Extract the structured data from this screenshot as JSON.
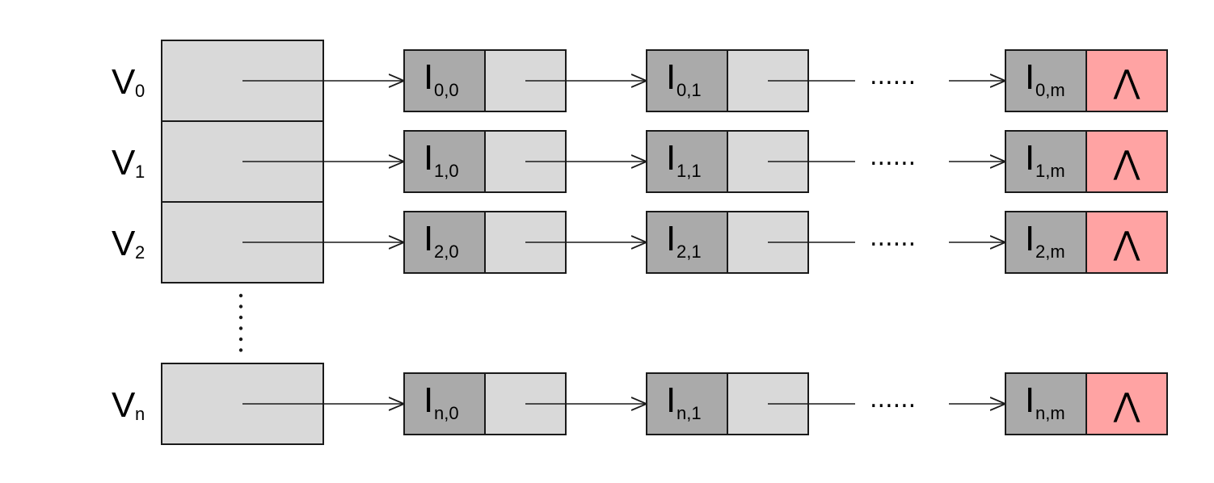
{
  "colors": {
    "vertex_fill": "#d9d9d9",
    "node_data_fill": "#aaaaaa",
    "node_next_fill": "#d9d9d9",
    "null_fill": "#ffa3a3",
    "stroke": "#1a1a1a"
  },
  "ellipsis_h": "......",
  "rows": [
    {
      "vertex": {
        "main": "V",
        "sub": "0"
      },
      "nodes": [
        {
          "main": "I",
          "sub": "0,0"
        },
        {
          "main": "I",
          "sub": "0,1"
        },
        {
          "main": "I",
          "sub": "0,m"
        }
      ],
      "null_symbol": "⋀"
    },
    {
      "vertex": {
        "main": "V",
        "sub": "1"
      },
      "nodes": [
        {
          "main": "I",
          "sub": "1,0"
        },
        {
          "main": "I",
          "sub": "1,1"
        },
        {
          "main": "I",
          "sub": "1,m"
        }
      ],
      "null_symbol": "⋀"
    },
    {
      "vertex": {
        "main": "V",
        "sub": "2"
      },
      "nodes": [
        {
          "main": "I",
          "sub": "2,0"
        },
        {
          "main": "I",
          "sub": "2,1"
        },
        {
          "main": "I",
          "sub": "2,m"
        }
      ],
      "null_symbol": "⋀"
    },
    {
      "vertex": {
        "main": "V",
        "sub": "n"
      },
      "nodes": [
        {
          "main": "I",
          "sub": "n,0"
        },
        {
          "main": "I",
          "sub": "n,1"
        },
        {
          "main": "I",
          "sub": "n,m"
        }
      ],
      "null_symbol": "⋀"
    }
  ]
}
